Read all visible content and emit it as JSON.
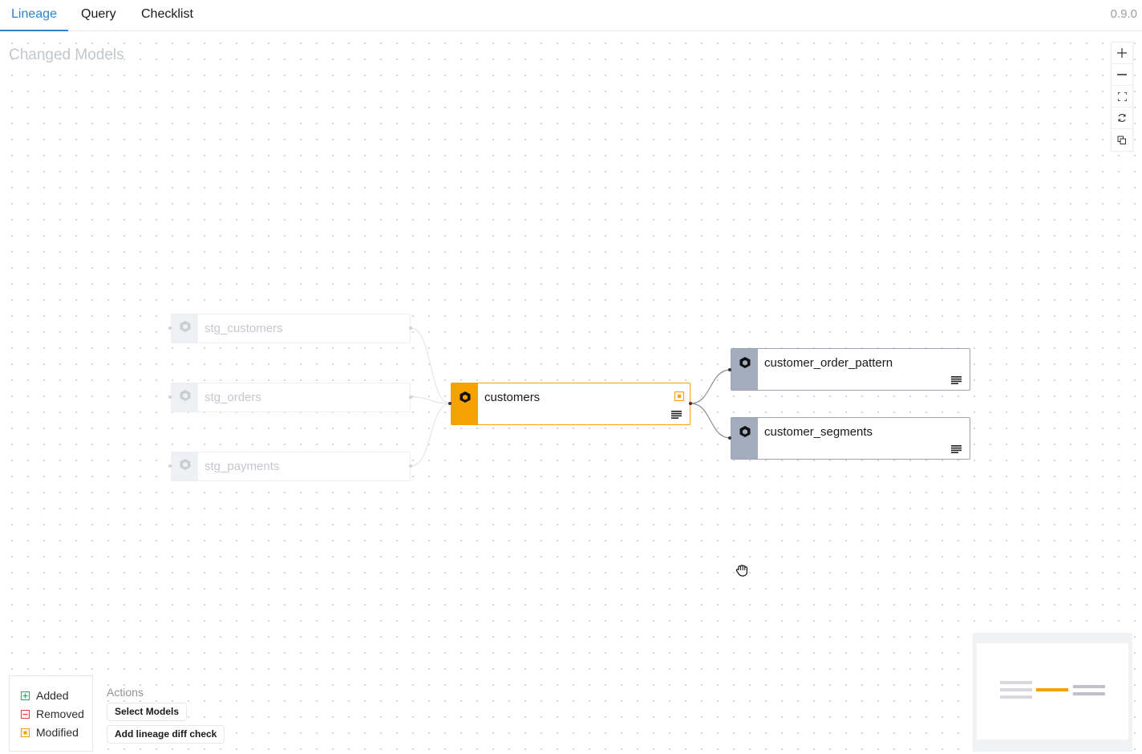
{
  "tabs": [
    {
      "label": "Lineage",
      "active": true
    },
    {
      "label": "Query",
      "active": false
    },
    {
      "label": "Checklist",
      "active": false
    }
  ],
  "version": "0.9.0",
  "canvas_title": "Changed Models",
  "zoom_controls": [
    "zoom-in-icon",
    "zoom-out-icon",
    "fit-view-icon",
    "refresh-icon",
    "copy-icon"
  ],
  "nodes": {
    "stg_customers": {
      "label": "stg_customers",
      "state": "unchanged"
    },
    "stg_orders": {
      "label": "stg_orders",
      "state": "unchanged"
    },
    "stg_payments": {
      "label": "stg_payments",
      "state": "unchanged"
    },
    "customers": {
      "label": "customers",
      "state": "modified"
    },
    "customer_order_pattern": {
      "label": "customer_order_pattern",
      "state": "downstream"
    },
    "customer_segments": {
      "label": "customer_segments",
      "state": "downstream"
    }
  },
  "legend": {
    "added": "Added",
    "removed": "Removed",
    "modified": "Modified"
  },
  "actions": {
    "label": "Actions",
    "select_models": "Select Models",
    "add_lineage_diff_check": "Add lineage diff check"
  },
  "colors": {
    "accent": "#3182ce",
    "modified": "#f5a100",
    "added": "#38a169",
    "removed": "#e53e3e",
    "node_stripe": "#a3adbd"
  }
}
